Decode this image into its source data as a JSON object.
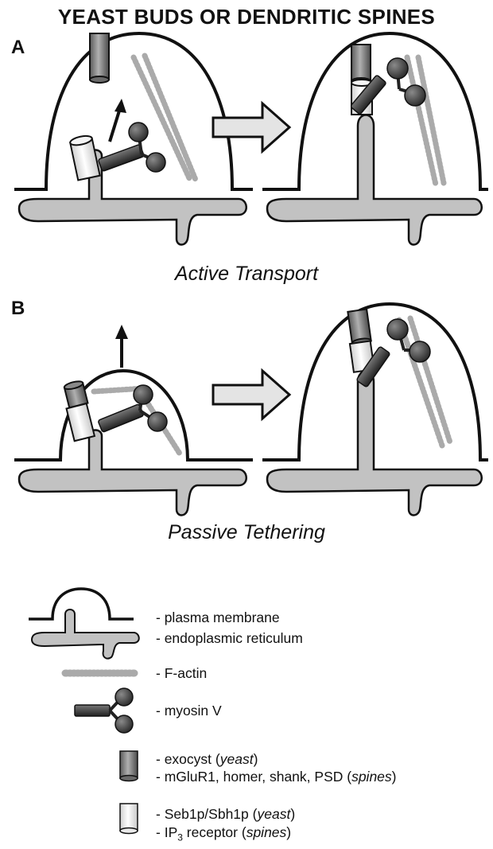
{
  "title": "YEAST BUDS OR DENDRITIC SPINES",
  "panels": [
    {
      "letter": "A",
      "caption": "Active Transport"
    },
    {
      "letter": "B",
      "caption": "Passive Tethering"
    }
  ],
  "legend": [
    {
      "icon": "plasma-membrane-icon",
      "lines": [
        {
          "text": "plasma membrane"
        }
      ]
    },
    {
      "icon": "endoplasmic-reticulum-icon",
      "lines": [
        {
          "text": "endoplasmic reticulum"
        }
      ]
    },
    {
      "icon": "f-actin-icon",
      "lines": [
        {
          "text": "F-actin"
        }
      ]
    },
    {
      "icon": "myosin-v-icon",
      "lines": [
        {
          "text": "myosin V"
        }
      ]
    },
    {
      "icon": "dark-cylinder-icon",
      "lines": [
        {
          "text": "exocyst",
          "note": "yeast"
        },
        {
          "text": "mGluR1, homer, shank, PSD",
          "note": "spines"
        }
      ]
    },
    {
      "icon": "light-cylinder-icon",
      "lines": [
        {
          "text": "Seb1p/Sbh1p",
          "note": "yeast"
        },
        {
          "text": "IP",
          "sub": "3",
          "rest": " receptor",
          "note": "spines"
        }
      ]
    }
  ],
  "colors": {
    "er_fill": "#c2c2c2",
    "outline": "#111111",
    "dark_cylinder": "#7a7a7a",
    "light_cylinder": "#ececec",
    "myosin": "#3a3a3a"
  }
}
